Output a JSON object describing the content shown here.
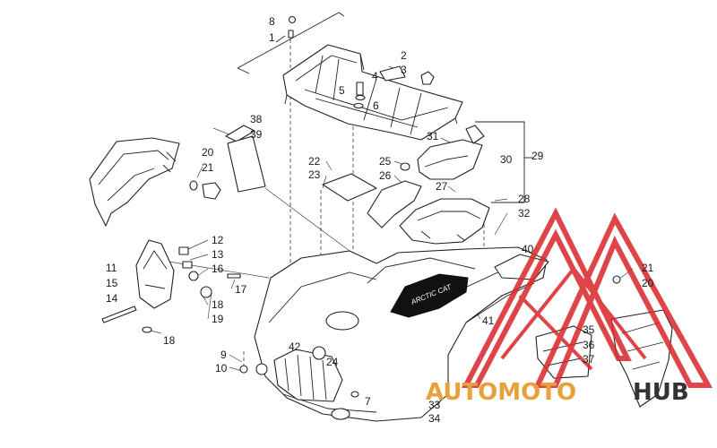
{
  "callouts": [
    {
      "id": "c8",
      "text": "8"
    },
    {
      "id": "c1",
      "text": "1"
    },
    {
      "id": "c2",
      "text": "2"
    },
    {
      "id": "c3",
      "text": "3"
    },
    {
      "id": "c4",
      "text": "4"
    },
    {
      "id": "c5",
      "text": "5"
    },
    {
      "id": "c6",
      "text": "6"
    },
    {
      "id": "c38",
      "text": "38"
    },
    {
      "id": "c39",
      "text": "39"
    },
    {
      "id": "c20a",
      "text": "20"
    },
    {
      "id": "c21a",
      "text": "21"
    },
    {
      "id": "c31",
      "text": "31"
    },
    {
      "id": "c30",
      "text": "30"
    },
    {
      "id": "c29",
      "text": "29"
    },
    {
      "id": "c22",
      "text": "22"
    },
    {
      "id": "c23",
      "text": "23"
    },
    {
      "id": "c25",
      "text": "25"
    },
    {
      "id": "c26",
      "text": "26"
    },
    {
      "id": "c27",
      "text": "27"
    },
    {
      "id": "c28",
      "text": "28"
    },
    {
      "id": "c32",
      "text": "32"
    },
    {
      "id": "c12",
      "text": "12"
    },
    {
      "id": "c13",
      "text": "13"
    },
    {
      "id": "c11",
      "text": "11"
    },
    {
      "id": "c16",
      "text": "16"
    },
    {
      "id": "c15",
      "text": "15"
    },
    {
      "id": "c17",
      "text": "17"
    },
    {
      "id": "c14",
      "text": "14"
    },
    {
      "id": "c18a",
      "text": "18"
    },
    {
      "id": "c19",
      "text": "19"
    },
    {
      "id": "c18b",
      "text": "18"
    },
    {
      "id": "c40",
      "text": "40"
    },
    {
      "id": "c21b",
      "text": "21"
    },
    {
      "id": "c20b",
      "text": "20"
    },
    {
      "id": "c41",
      "text": "41"
    },
    {
      "id": "c35",
      "text": "35"
    },
    {
      "id": "c36",
      "text": "36"
    },
    {
      "id": "c37",
      "text": "37"
    },
    {
      "id": "c9",
      "text": "9"
    },
    {
      "id": "c10",
      "text": "10"
    },
    {
      "id": "c42",
      "text": "42"
    },
    {
      "id": "c24",
      "text": "24"
    },
    {
      "id": "c7",
      "text": "7"
    },
    {
      "id": "c33",
      "text": "33"
    },
    {
      "id": "c34",
      "text": "34"
    }
  ],
  "decal_text": "ARCTIC CAT",
  "watermark": {
    "word1": "AUTOMOTO",
    "word2": "HUB",
    "color_primary": "#e8a13a",
    "color_secondary": "#333333",
    "color_logo": "#d9252a"
  }
}
